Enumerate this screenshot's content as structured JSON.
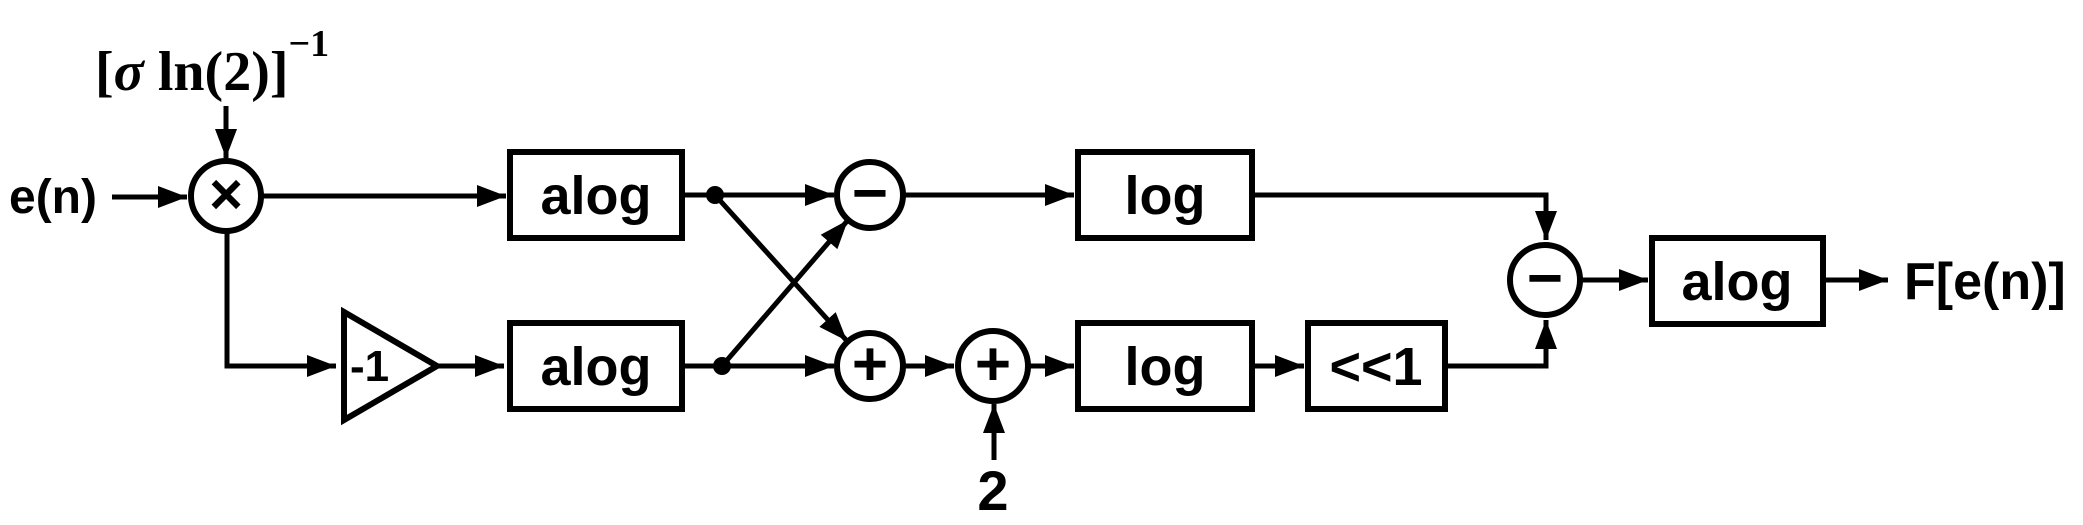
{
  "diagram": {
    "description": "log-domain companding filter block diagram",
    "input_label": "e(n)",
    "output_label": "F[e(n)]",
    "scale_label": {
      "pre": "[",
      "sigma": "σ",
      "post": " ln(2)]",
      "sup": "−1"
    },
    "gain_label": "-1",
    "adder_constant": "2",
    "operators": {
      "multiply": "×",
      "subtract": "−",
      "add": "+"
    },
    "blocks": {
      "alog_top": "alog",
      "alog_bottom": "alog",
      "log_top": "log",
      "log_bottom": "log",
      "left_shift": "<<1",
      "alog_output": "alog"
    },
    "colors": {
      "stroke": "#000000",
      "background": "#ffffff"
    }
  }
}
